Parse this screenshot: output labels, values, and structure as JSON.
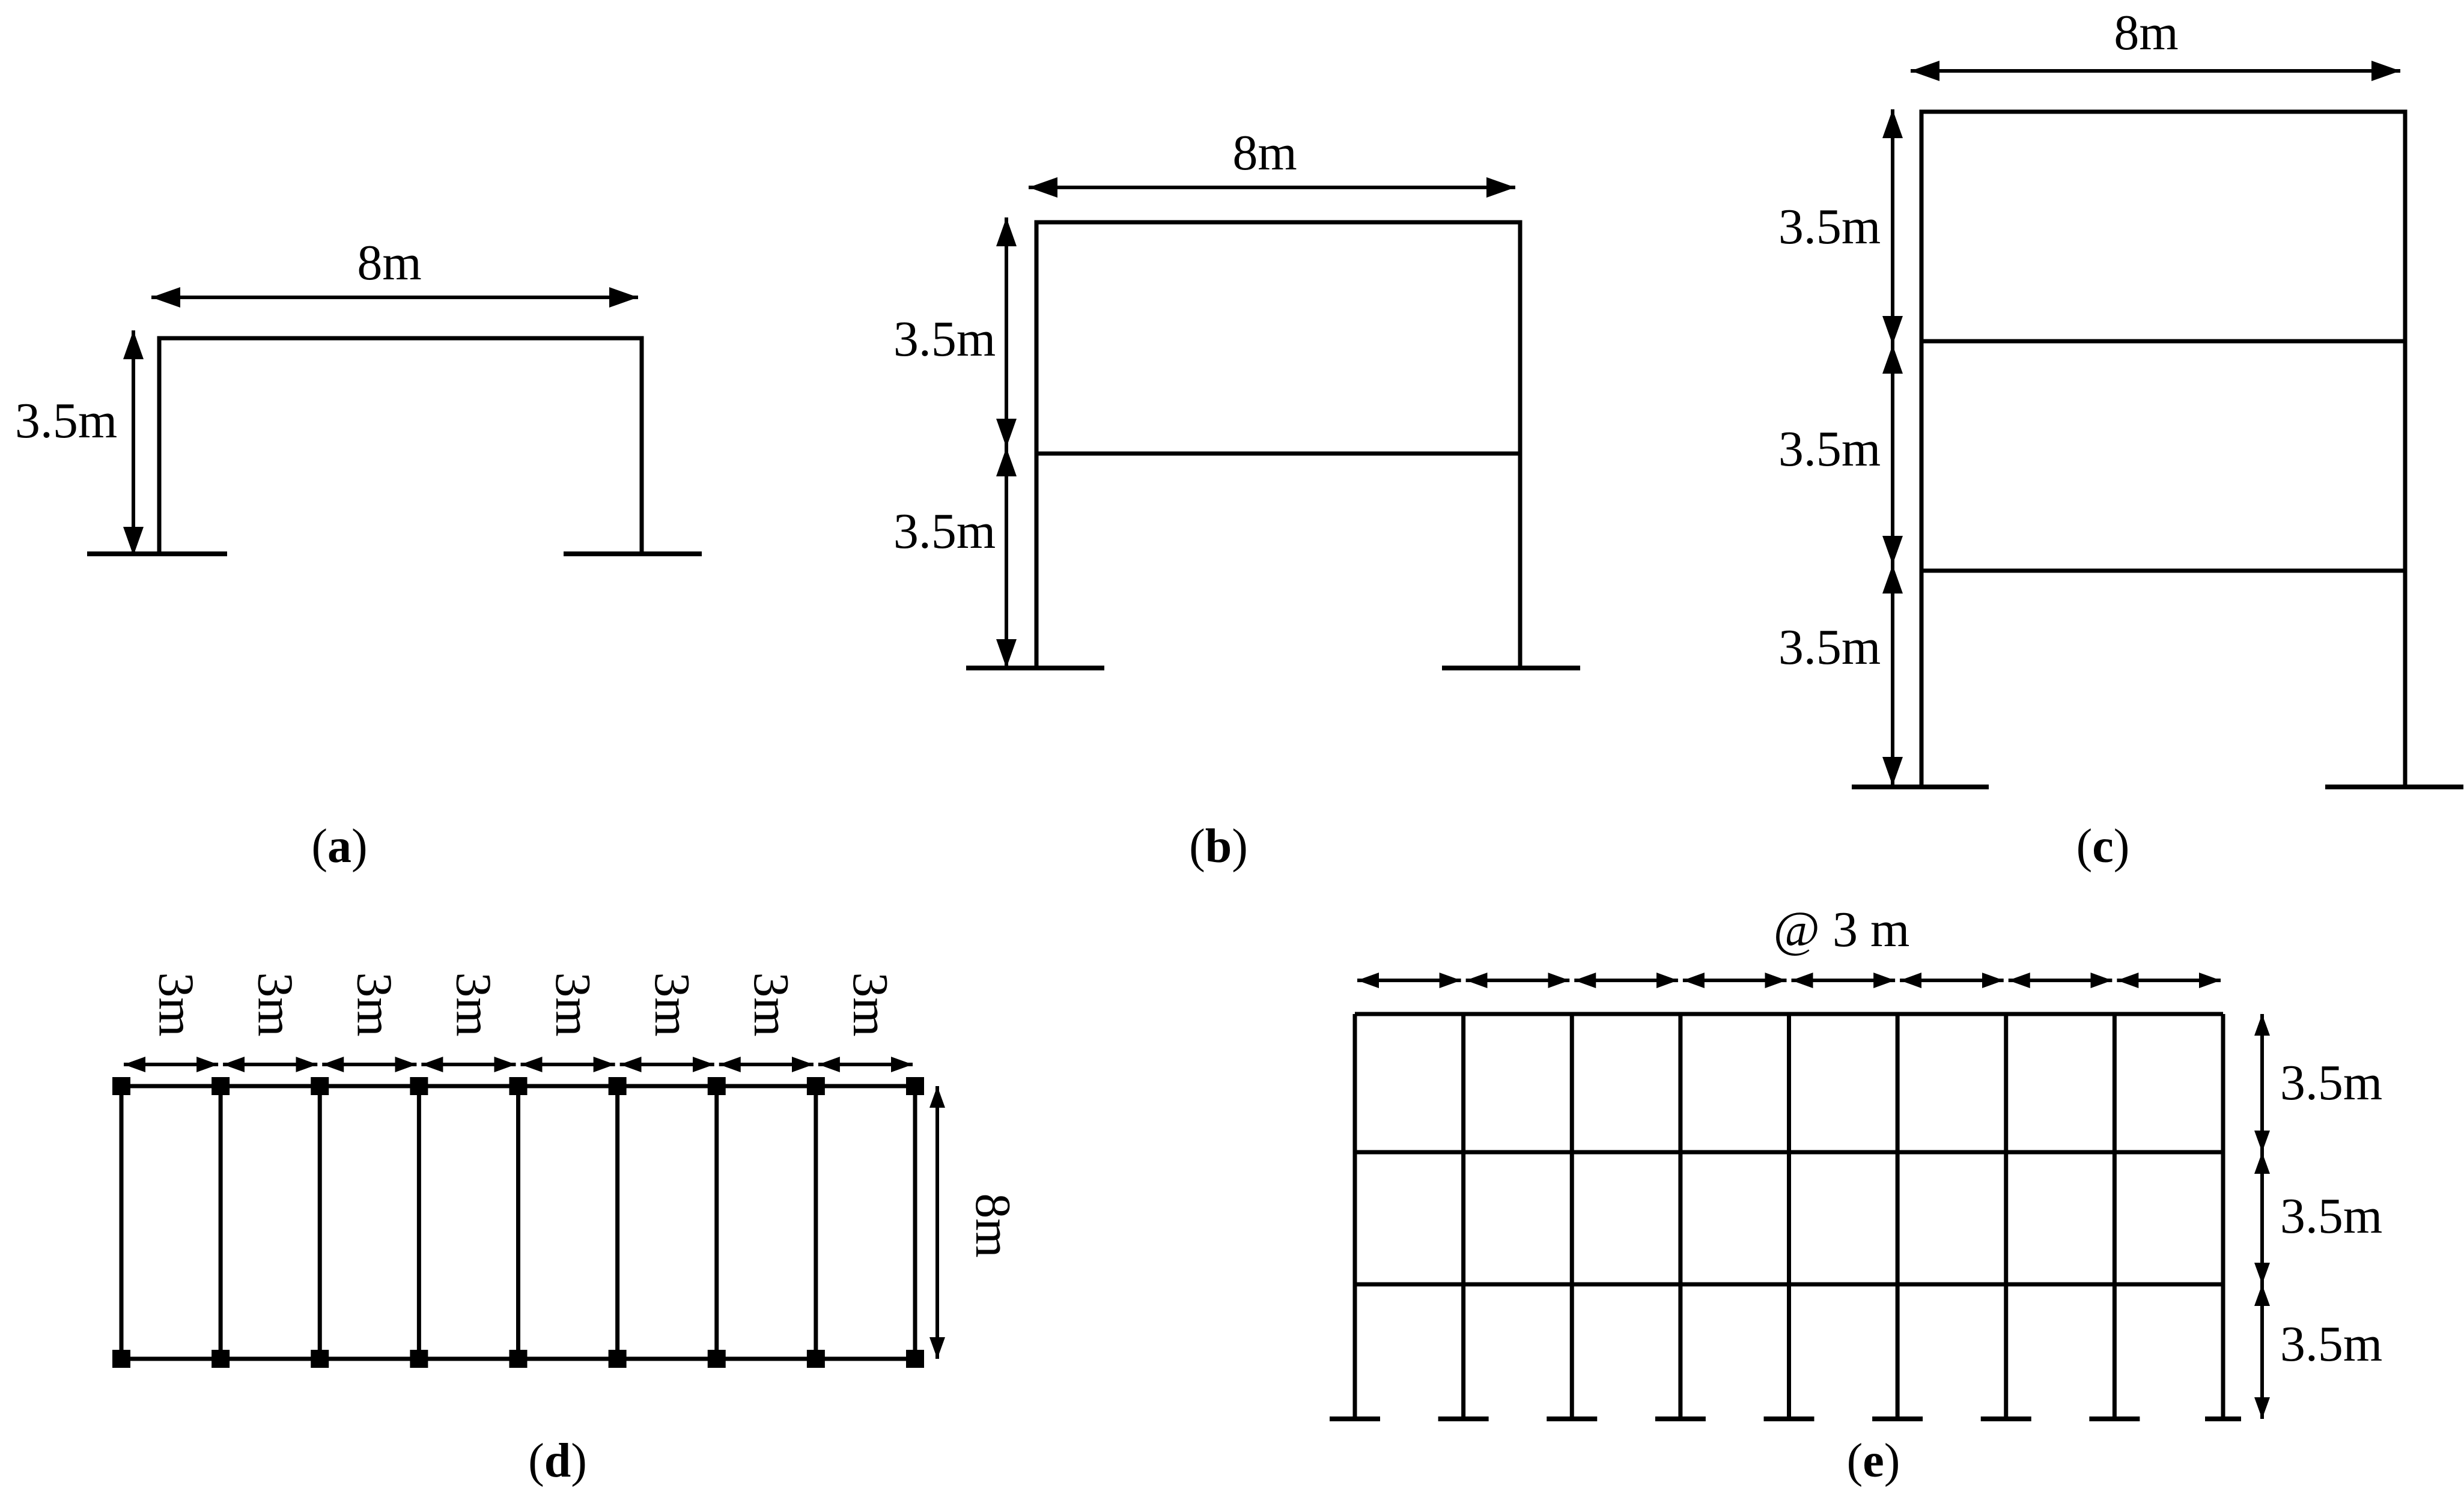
{
  "colors": {
    "line": "#000000",
    "background": "#ffffff"
  },
  "panels": {
    "a": {
      "caption": [
        "(",
        "a",
        ")"
      ],
      "span_label": "8m",
      "storey_labels": [
        "3.5m"
      ]
    },
    "b": {
      "caption": [
        "(",
        "b",
        ")"
      ],
      "span_label": "8m",
      "storey_labels": [
        "3.5m",
        "3.5m"
      ]
    },
    "c": {
      "caption": [
        "(",
        "c",
        ")"
      ],
      "span_label": "8m",
      "storey_labels": [
        "3.5m",
        "3.5m",
        "3.5m"
      ]
    },
    "d": {
      "caption": [
        "(",
        "d",
        ")"
      ],
      "bay_labels": [
        "3m",
        "3m",
        "3m",
        "3m",
        "3m",
        "3m",
        "3m",
        "3m"
      ],
      "depth_label": "8m"
    },
    "e": {
      "caption": [
        "(",
        "e",
        ")"
      ],
      "bay_label": "@ 3 m",
      "bays": 8,
      "storey_labels": [
        "3.5m",
        "3.5m",
        "3.5m"
      ]
    }
  }
}
